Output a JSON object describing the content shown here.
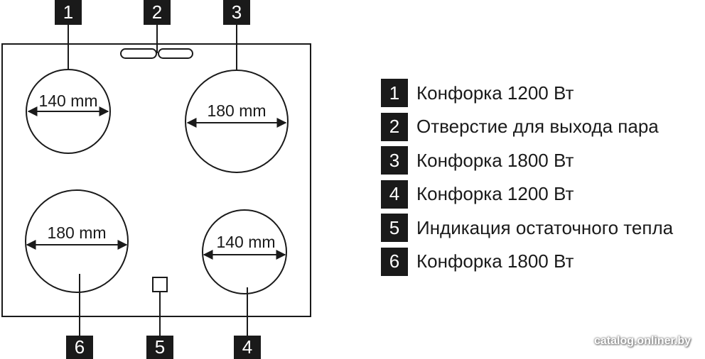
{
  "diagram": {
    "title": "",
    "line_color": "#1a1a1a",
    "badge_color": "#1a1a1a",
    "zones": [
      {
        "id": "1",
        "diameter": "140 mm"
      },
      {
        "id": "3",
        "diameter": "180 mm"
      },
      {
        "id": "6",
        "diameter": "180 mm"
      },
      {
        "id": "4",
        "diameter": "140 mm"
      }
    ],
    "callouts": [
      "1",
      "2",
      "3",
      "6",
      "5",
      "4"
    ]
  },
  "legend": [
    {
      "num": "1",
      "text": "Конфорка 1200 Вт"
    },
    {
      "num": "2",
      "text": "Отверстие для выхода пара"
    },
    {
      "num": "3",
      "text": "Конфорка 1800 Вт"
    },
    {
      "num": "4",
      "text": "Конфорка 1200 Вт"
    },
    {
      "num": "5",
      "text": "Индикация остаточного тепла"
    },
    {
      "num": "6",
      "text": "Конфорка 1800 Вт"
    }
  ],
  "watermark": "catalog.onliner.by"
}
